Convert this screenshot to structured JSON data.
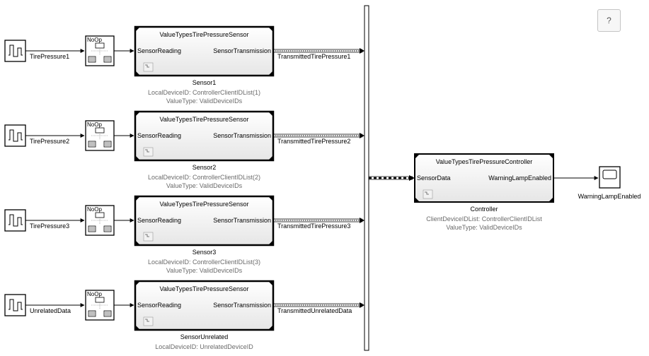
{
  "help_label": "?",
  "sources": [
    {
      "signal": "TirePressure1"
    },
    {
      "signal": "TirePressure2"
    },
    {
      "signal": "TirePressure3"
    },
    {
      "signal": "UnrelatedData"
    }
  ],
  "converter_label": "NoOp",
  "sensors": [
    {
      "type": "ValueTypesTirePressureSensor",
      "in_port": "SensorReading",
      "out_port": "SensorTransmission",
      "out_signal": "TransmittedTirePressure1",
      "name": "Sensor1",
      "param_device": "LocalDeviceID: ControllerClientIDList(1)",
      "param_value": "ValueType: ValidDeviceIDs"
    },
    {
      "type": "ValueTypesTirePressureSensor",
      "in_port": "SensorReading",
      "out_port": "SensorTransmission",
      "out_signal": "TransmittedTirePressure2",
      "name": "Sensor2",
      "param_device": "LocalDeviceID: ControllerClientIDList(2)",
      "param_value": "ValueType: ValidDeviceIDs"
    },
    {
      "type": "ValueTypesTirePressureSensor",
      "in_port": "SensorReading",
      "out_port": "SensorTransmission",
      "out_signal": "TransmittedTirePressure3",
      "name": "Sensor3",
      "param_device": "LocalDeviceID: ControllerClientIDList(3)",
      "param_value": "ValueType: ValidDeviceIDs"
    },
    {
      "type": "ValueTypesTirePressureSensor",
      "in_port": "SensorReading",
      "out_port": "SensorTransmission",
      "out_signal": "TransmittedUnrelatedData",
      "name": "SensorUnrelated",
      "param_device": "LocalDeviceID: UnrelatedDeviceID",
      "param_value": ""
    }
  ],
  "controller": {
    "type": "ValueTypesTirePressureController",
    "in_port": "SensorData",
    "out_port": "WarningLampEnabled",
    "name": "Controller",
    "param_client": "ClientDeviceIDList: ControllerClientIDList",
    "param_value": "ValueType: ValidDeviceIDs"
  },
  "display": {
    "signal": "WarningLampEnabled"
  }
}
